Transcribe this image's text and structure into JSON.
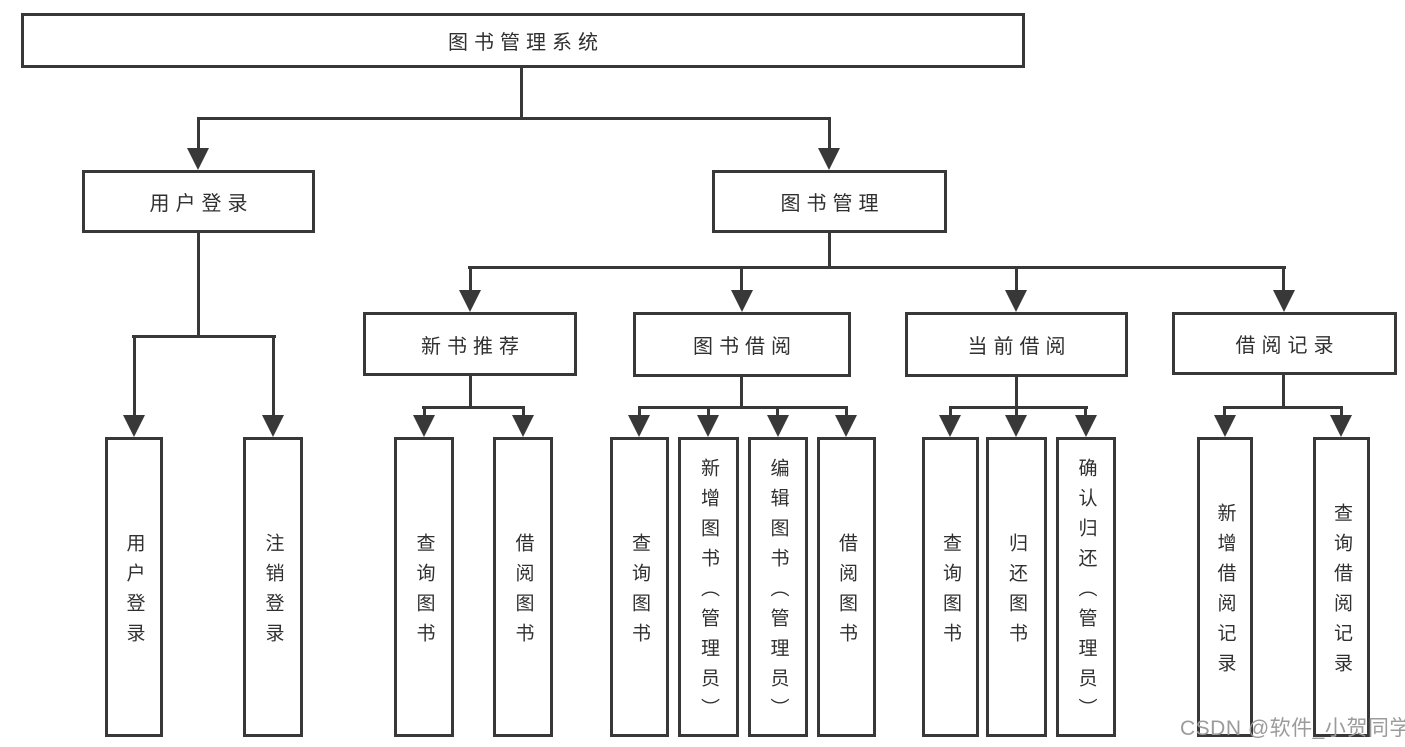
{
  "tree": {
    "label": "图书管理系统",
    "children": [
      {
        "label": "用户登录",
        "children": [
          {
            "label": "用户登录"
          },
          {
            "label": "注销登录"
          }
        ]
      },
      {
        "label": "图书管理",
        "children": [
          {
            "label": "新书推荐",
            "children": [
              {
                "label": "查询图书"
              },
              {
                "label": "借阅图书"
              }
            ]
          },
          {
            "label": "图书借阅",
            "children": [
              {
                "label": "查询图书"
              },
              {
                "label": "新增图书（管理员）"
              },
              {
                "label": "编辑图书（管理员）"
              },
              {
                "label": "借阅图书"
              }
            ]
          },
          {
            "label": "当前借阅",
            "children": [
              {
                "label": "查询图书"
              },
              {
                "label": "归还图书"
              },
              {
                "label": "确认归还（管理员）"
              }
            ]
          },
          {
            "label": "借阅记录",
            "children": [
              {
                "label": "新增借阅记录"
              },
              {
                "label": "查询借阅记录"
              }
            ]
          }
        ]
      }
    ]
  },
  "watermark": "CSDN @软件_小贺同学",
  "colors": {
    "line": "#383838",
    "text": "#303030",
    "watermark": "#9b9b9b",
    "background": "#ffffff"
  }
}
